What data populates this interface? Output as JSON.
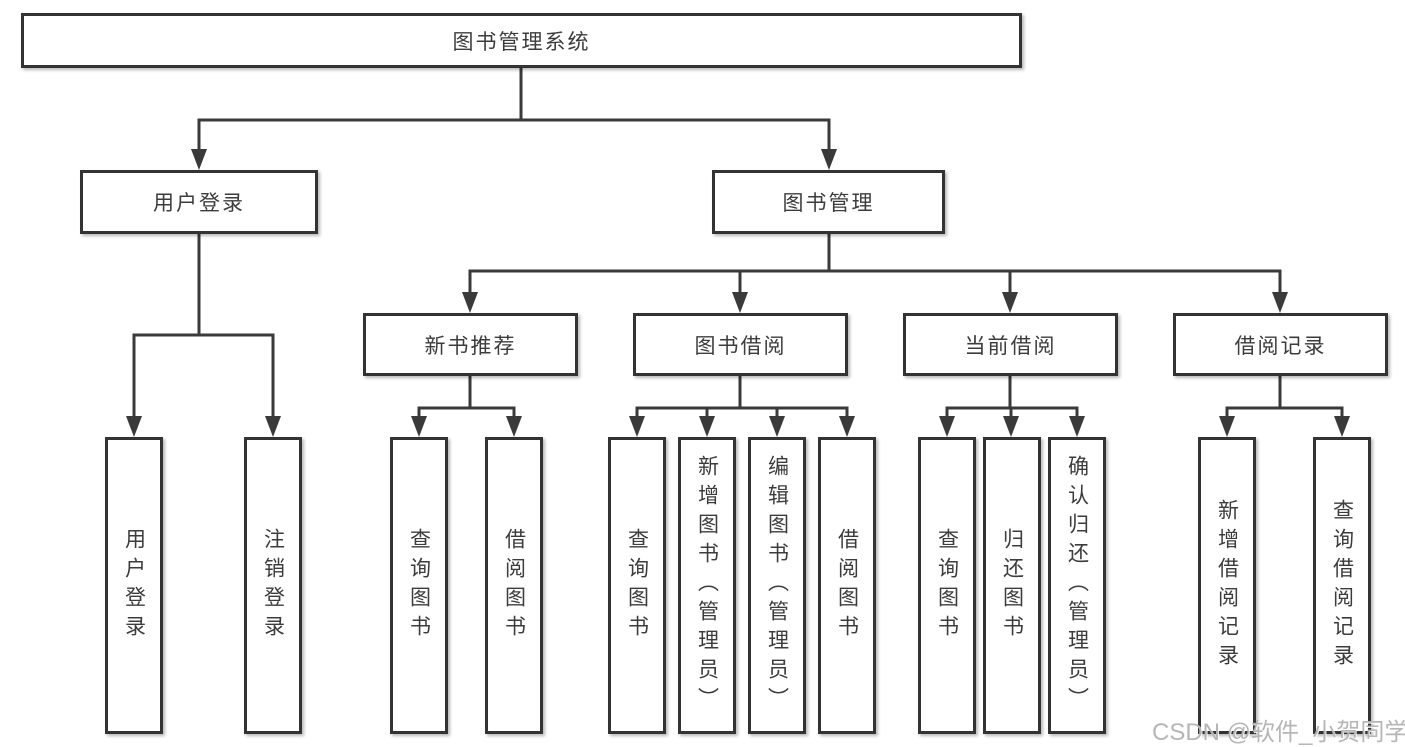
{
  "diagram": {
    "title": "图书管理系统",
    "user_login": {
      "label": "用户登录",
      "children": [
        "用户登录",
        "注销登录"
      ]
    },
    "book_mgmt": {
      "label": "图书管理",
      "sections": {
        "new_books": {
          "label": "新书推荐",
          "children": [
            "查询图书",
            "借阅图书"
          ]
        },
        "borrowing": {
          "label": "图书借阅",
          "children": [
            "查询图书",
            "新增图书（管理员）",
            "编辑图书（管理员）",
            "借阅图书"
          ]
        },
        "current": {
          "label": "当前借阅",
          "children": [
            "查询图书",
            "归还图书",
            "确认归还（管理员）"
          ]
        },
        "records": {
          "label": "借阅记录",
          "children": [
            "新增借阅记录",
            "查询借阅记录"
          ]
        }
      }
    }
  },
  "watermark": "CSDN @软件_小贺同学",
  "colors": {
    "line": "#3a3a3a",
    "box_border": "#333333",
    "text": "#3c3c3c",
    "watermark": "#b2b2b2",
    "background": "#ffffff"
  }
}
